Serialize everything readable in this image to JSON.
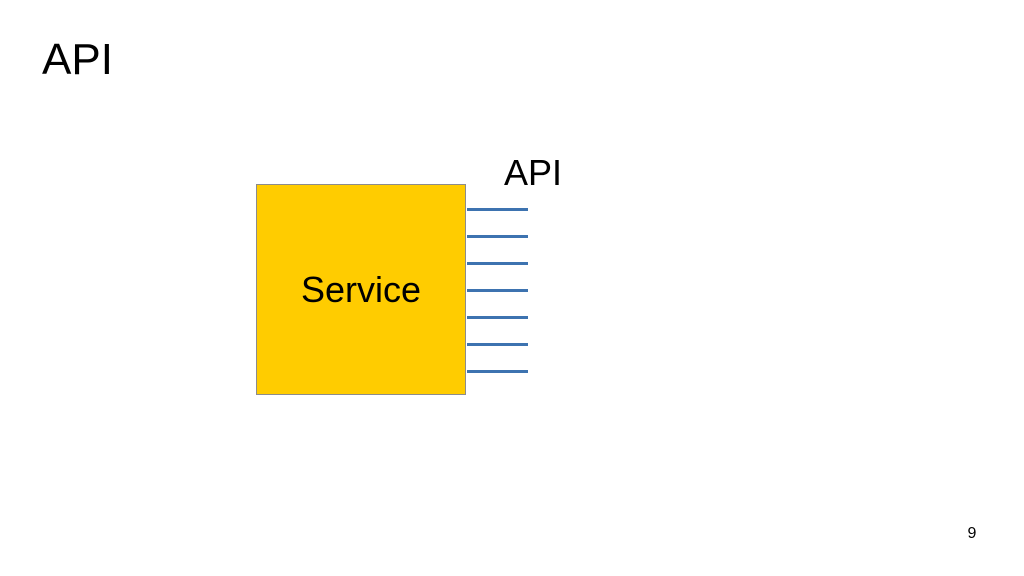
{
  "slide": {
    "title": "API",
    "page_number": "9"
  },
  "diagram": {
    "service_label": "Service",
    "api_label": "API",
    "api_endpoint_count": 7,
    "colors": {
      "service_fill": "#ffcc00",
      "service_border": "#8c8c8c",
      "api_line": "#3d73b0"
    }
  }
}
